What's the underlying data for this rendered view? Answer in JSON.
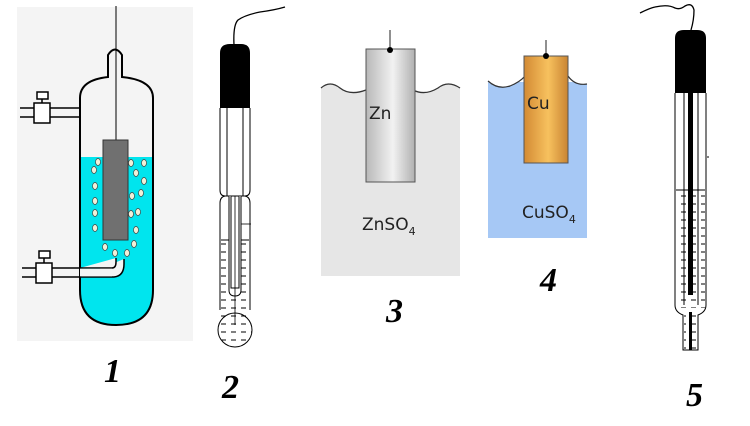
{
  "figures": [
    {
      "number": "1",
      "description": "hydrogen-electrode-vessel"
    },
    {
      "number": "2",
      "description": "reference-electrode-with-bulb"
    },
    {
      "number": "3",
      "metal_label": "Zn",
      "solution_label": "ZnSO",
      "solution_subscript": "4"
    },
    {
      "number": "4",
      "metal_label": "Cu",
      "solution_label": "CuSO",
      "solution_subscript": "4"
    },
    {
      "number": "5",
      "description": "glass-electrode"
    }
  ],
  "colors": {
    "electrolyte_cyan": "#00e5ee",
    "zn_solution": "#e6e6e6",
    "cu_solution": "#a6c8f5",
    "copper": "#e8a74a",
    "zinc": "#d4d4d4"
  }
}
